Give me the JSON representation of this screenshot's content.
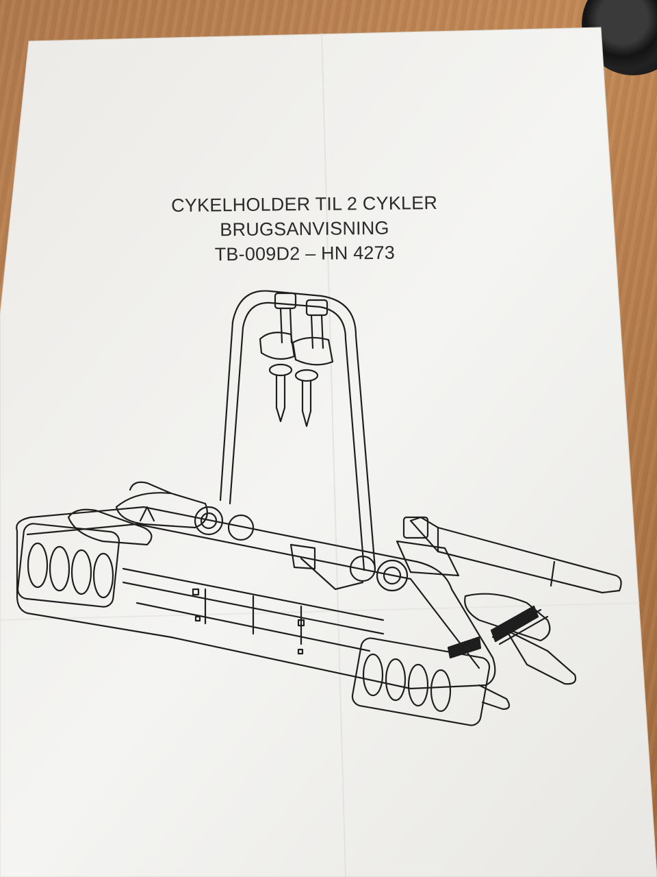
{
  "document": {
    "title_line_1": "CYKELHOLDER TIL 2 CYKLER",
    "title_line_2": "BRUGSANVISNING",
    "title_line_3": "TB-009D2 – HN 4273"
  },
  "colors": {
    "paper": "#f3f3f1",
    "ink": "#2b2b2b",
    "table": "#b8804f"
  },
  "illustration": {
    "subject": "bike-rack-line-drawing"
  }
}
